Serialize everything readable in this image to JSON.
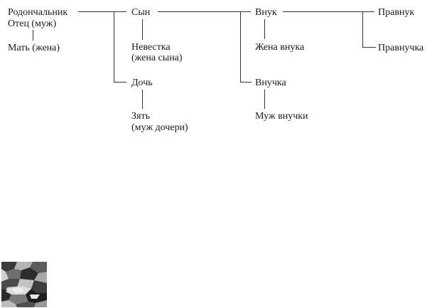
{
  "diagram": {
    "nodes": {
      "rodonachalnik": "Родончальник",
      "otets": "Отец (муж)",
      "mat": "Мать (жена)",
      "syn": "Сын",
      "nevestka_1": "Невестка",
      "nevestka_2": "(жена сына)",
      "doch": "Дочь",
      "zyat_1": "Зять",
      "zyat_2": "(муж дочери)",
      "vnuk": "Внук",
      "zhena_vnuka": "Жена внука",
      "vnuchka": "Внучка",
      "muzh_vnuchki": "Муж внучки",
      "pravnuk": "Правнук",
      "pravnuchka": "Правнучка"
    }
  },
  "colors": {
    "text": "#1a1a1a",
    "line": "#333333",
    "background": "#ffffff"
  }
}
